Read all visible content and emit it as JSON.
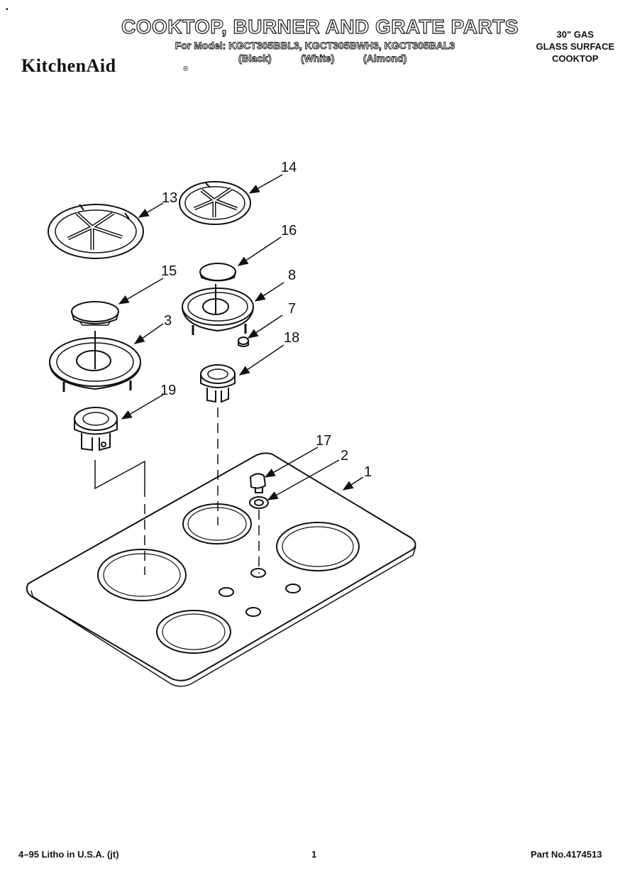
{
  "header": {
    "title": "COOKTOP, BURNER AND GRATE PARTS",
    "models_line": "For Model: KGCT305BBL3, KGCT305BWH3, KGCT305BAL3",
    "variant_black": "(Black)",
    "variant_white": "(White)",
    "variant_almond": "(Almond)",
    "brand": "KitchenAid",
    "brand_mark": "®",
    "corner_mark": "▪"
  },
  "product": {
    "line1": "30\" GAS",
    "line2": "GLASS SURFACE",
    "line3": "COOKTOP"
  },
  "callouts": {
    "c1": "1",
    "c2": "2",
    "c3": "3",
    "c7": "7",
    "c8": "8",
    "c13": "13",
    "c14": "14",
    "c15": "15",
    "c16": "16",
    "c17": "17",
    "c18": "18",
    "c19": "19"
  },
  "footer": {
    "print_info": "4–95 Litho in U.S.A. (jt)",
    "page_number": "1",
    "part_number": "Part No.4174513"
  }
}
